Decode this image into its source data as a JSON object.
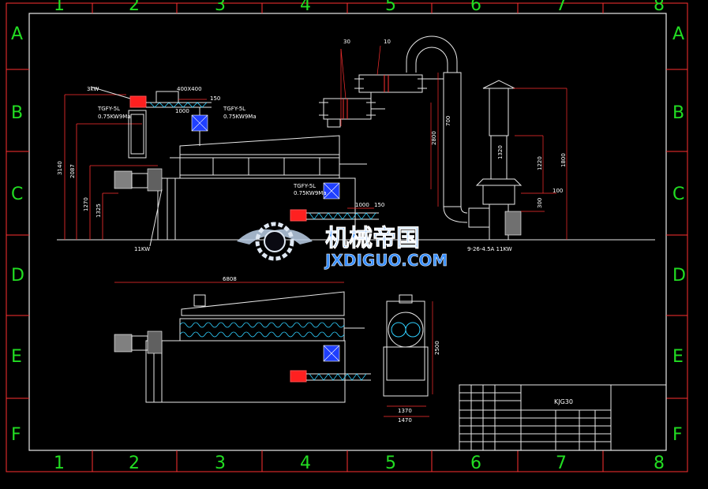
{
  "border": {
    "columns": [
      "1",
      "2",
      "3",
      "4",
      "5",
      "6",
      "7",
      "8"
    ],
    "rows": [
      "A",
      "B",
      "C",
      "D",
      "E",
      "F"
    ]
  },
  "labels": {
    "motor_top_left": "TGFY-5L",
    "motor_top_left_power": "0.75KW9Ma",
    "motor_top_right": "TGFY-5L",
    "motor_top_right_power": "0.75KW9Ma",
    "motor_mid": "TGFY-5L",
    "motor_mid_power": "0.75KW9Ma",
    "heater_power": "3kW",
    "feed_size": "400X400",
    "dim_1000_top": "1000",
    "dim_150_top": "150",
    "dim_1000_mid": "1000",
    "dim_150_mid": "150",
    "cyclone_a": "30",
    "cyclone_b": "10",
    "pipe_dim": "700",
    "stack_h1": "1320",
    "stack_h2": "1220",
    "stack_h3": "1800",
    "stack_w": "100",
    "stack_h4": "300",
    "column_h": "2800",
    "fan_spec": "9-26-4.5A 11KW",
    "main_motor": "11KW",
    "left_h1": "3140",
    "left_h2": "2087",
    "left_h3": "1270",
    "left_h4": "1325",
    "plan_length": "6808",
    "side_h": "2500",
    "side_w1": "1370",
    "side_w2": "1470"
  },
  "watermark": {
    "cn": "机械帝国",
    "en": "JXDIGUO.COM"
  },
  "title_block": {
    "model": "KJG30"
  },
  "colors": {
    "background": "#000000",
    "zone_text": "#22dd22",
    "line_red": "#ff3030",
    "line_white": "#e8e8e8",
    "motor_blue": "#1f3fff",
    "watermark": "#3a90ff"
  }
}
